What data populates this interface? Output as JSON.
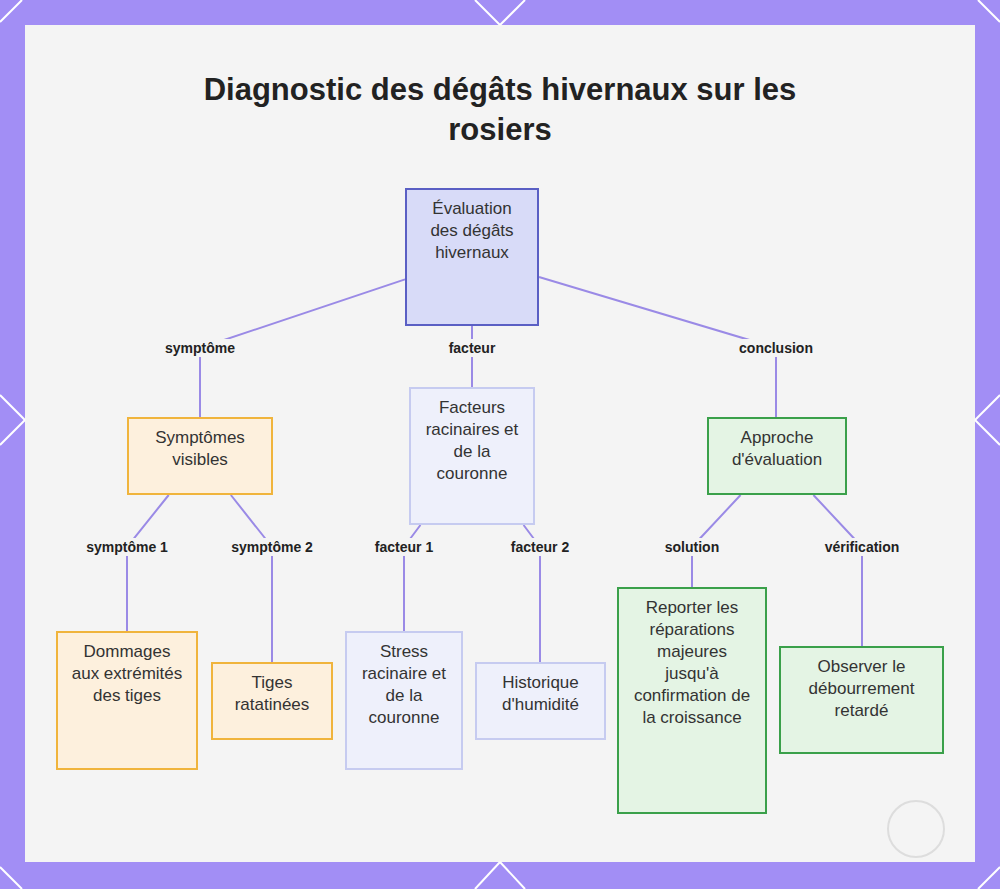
{
  "diagram": {
    "title": "Diagnostic des dégâts hivernaux sur les rosiers",
    "nodes": [
      {
        "text": [
          "Évaluation des dégâts hivernaux"
        ]
      },
      {
        "text": [
          "Symptômes visibles"
        ]
      },
      {
        "text": [
          "Facteurs racinaires et de la couronne"
        ]
      },
      {
        "text": [
          "Approche d'évaluation"
        ]
      },
      {
        "text": [
          "Dommages aux extrémités des tiges"
        ]
      },
      {
        "text": [
          "Tiges ratatinées"
        ]
      },
      {
        "text": [
          "Stress racinaire et de la couronne"
        ]
      },
      {
        "text": [
          "Historique d'humidité"
        ]
      },
      {
        "text": [
          "Reporter les réparations majeures jusqu'à confirmation de la croissance"
        ]
      },
      {
        "text": [
          "Observer le débourrement retardé"
        ]
      }
    ],
    "edges": [
      {
        "from": 0,
        "to": 1,
        "label": "symptôme",
        "arrow": "none"
      },
      {
        "from": 0,
        "to": 2,
        "label": "facteur",
        "arrow": "none"
      },
      {
        "from": 0,
        "to": 3,
        "label": "conclusion",
        "arrow": "none"
      },
      {
        "from": 1,
        "to": 4,
        "label": "symptôme 1",
        "arrow": "none"
      },
      {
        "from": 1,
        "to": 5,
        "label": "symptôme 2",
        "arrow": "none"
      },
      {
        "from": 2,
        "to": 6,
        "label": "facteur 1",
        "arrow": "none"
      },
      {
        "from": 2,
        "to": 7,
        "label": "facteur 2",
        "arrow": "none"
      },
      {
        "from": 3,
        "to": 8,
        "label": "solution",
        "arrow": "none"
      },
      {
        "from": 3,
        "to": 9,
        "label": "vérification",
        "arrow": "none"
      }
    ]
  }
}
